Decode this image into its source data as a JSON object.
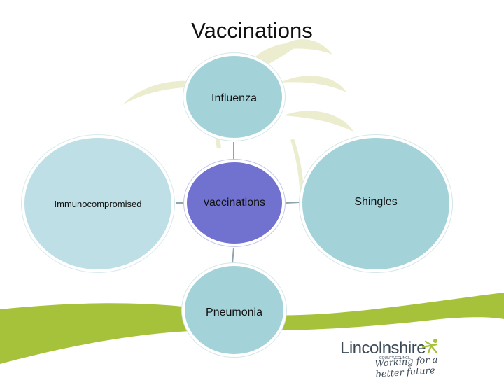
{
  "title": "Vaccinations",
  "nodes": {
    "top": "Influenza",
    "center": "vaccinations",
    "bottom": "Pneumonia",
    "left": "Immunocompromised",
    "right": "Shingles"
  },
  "logo": {
    "name": "Lincolnshire",
    "sub": "COUNTY COUNCIL",
    "tagline": "Working for a better future"
  },
  "colors": {
    "node_teal": "#a3d3d9",
    "node_light_teal": "#bddfe5",
    "center_purple": "#7172cf",
    "band_green": "#a6c23a",
    "bg_leaf": "#ecedcf"
  }
}
